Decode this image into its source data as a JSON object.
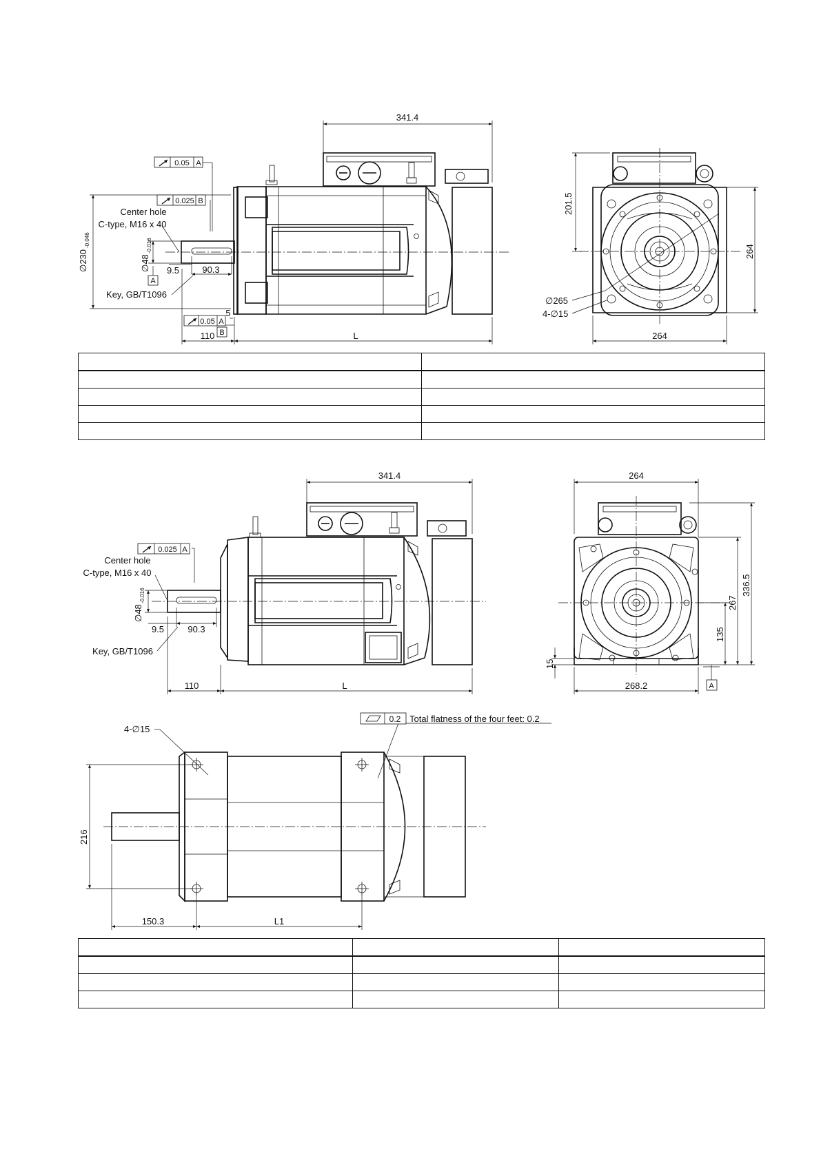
{
  "view1": {
    "terminal_box_length": "341.4",
    "runout_1": {
      "value": "0.05",
      "datum": "A"
    },
    "runout_2": {
      "value": "0.025",
      "datum": "B"
    },
    "runout_3": {
      "value": "0.05",
      "datum": "A"
    },
    "datum_b": "B",
    "center_hole_line1": "Center hole",
    "center_hole_line2": "C-type, M16 x 40",
    "flange_dia": "∅230",
    "flange_dia_tol": "-0.046",
    "shaft_dia": "∅48",
    "shaft_dia_tol": "-0.016",
    "datum_a": "A",
    "key_offset": "9.5",
    "key_length": "90.3",
    "key_label": "Key, GB/T1096",
    "flange_thickness": "5",
    "shaft_length": "110",
    "body_length": "L"
  },
  "view1_front": {
    "height": "201.5",
    "side": "264",
    "width": "264",
    "pcd": "∅265",
    "holes": "4-∅15"
  },
  "view2": {
    "terminal_box_length": "341.4",
    "runout": {
      "value": "0.025",
      "datum": "A"
    },
    "center_hole_line1": "Center hole",
    "center_hole_line2": "C-type, M16 x 40",
    "shaft_dia": "∅48",
    "shaft_dia_tol": "-0.016",
    "key_offset": "9.5",
    "key_length": "90.3",
    "key_label": "Key, GB/T1096",
    "shaft_length": "110",
    "body_length": "L"
  },
  "view2_front": {
    "top_width": "264",
    "total_height": "336.5",
    "box_height": "267",
    "shaft_height": "135",
    "foot_height": "15",
    "base_width": "268.2",
    "datum": "A"
  },
  "view3": {
    "flatness_value": "0.2",
    "flatness_note": "Total flatness of the four feet: 0.2",
    "holes": "4-∅15",
    "foot_span": "216",
    "shaft_to_foot": "150.3",
    "foot_distance": "L1"
  },
  "table1": {
    "rows": [
      [
        "",
        ""
      ],
      [
        "",
        ""
      ],
      [
        "",
        ""
      ],
      [
        "",
        ""
      ],
      [
        "",
        ""
      ]
    ]
  },
  "table2": {
    "rows": [
      [
        "",
        "",
        ""
      ],
      [
        "",
        "",
        ""
      ],
      [
        "",
        "",
        ""
      ],
      [
        "",
        "",
        ""
      ]
    ]
  }
}
